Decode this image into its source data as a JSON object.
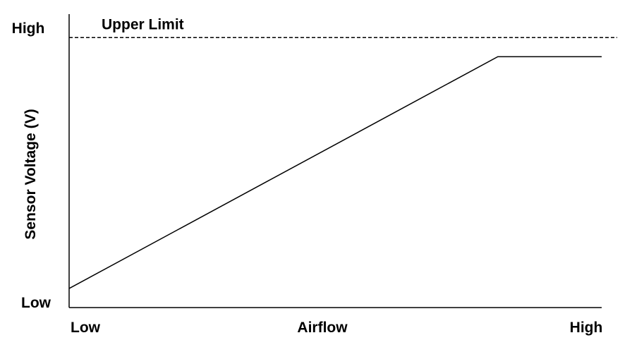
{
  "chart_data": {
    "type": "line",
    "title": "",
    "xlabel": "Airflow",
    "ylabel": "Sensor Voltage (V)",
    "x_tick_labels": {
      "min": "Low",
      "max": "High"
    },
    "y_tick_labels": {
      "min": "Low",
      "max": "High"
    },
    "xlim": [
      0,
      1
    ],
    "ylim": [
      0,
      1
    ],
    "grid": false,
    "series": [
      {
        "x": [
          0,
          0.805,
          1
        ],
        "y": [
          0.065,
          0.855,
          0.855
        ]
      }
    ],
    "reference_lines": [
      {
        "orientation": "horizontal",
        "y": 0.92,
        "style": "dashed",
        "label": "Upper Limit"
      }
    ],
    "colors": {
      "line": "#000000",
      "axis": "#000000"
    }
  }
}
